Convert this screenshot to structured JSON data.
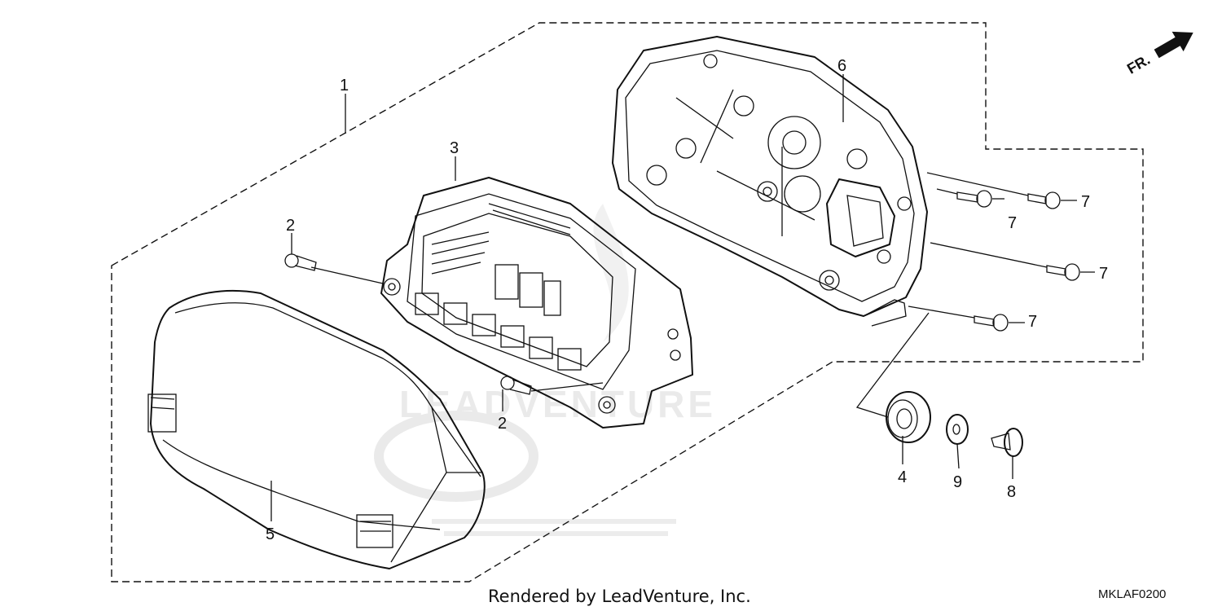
{
  "diagram": {
    "callouts": [
      "1",
      "2",
      "2",
      "3",
      "4",
      "5",
      "6",
      "7",
      "7",
      "7",
      "7",
      "8",
      "9"
    ],
    "direction_label": "FR.",
    "watermark": "LEADVENTURE",
    "footer_credit": "Rendered by LeadVenture, Inc.",
    "diagram_code": "MKLAF0200"
  }
}
